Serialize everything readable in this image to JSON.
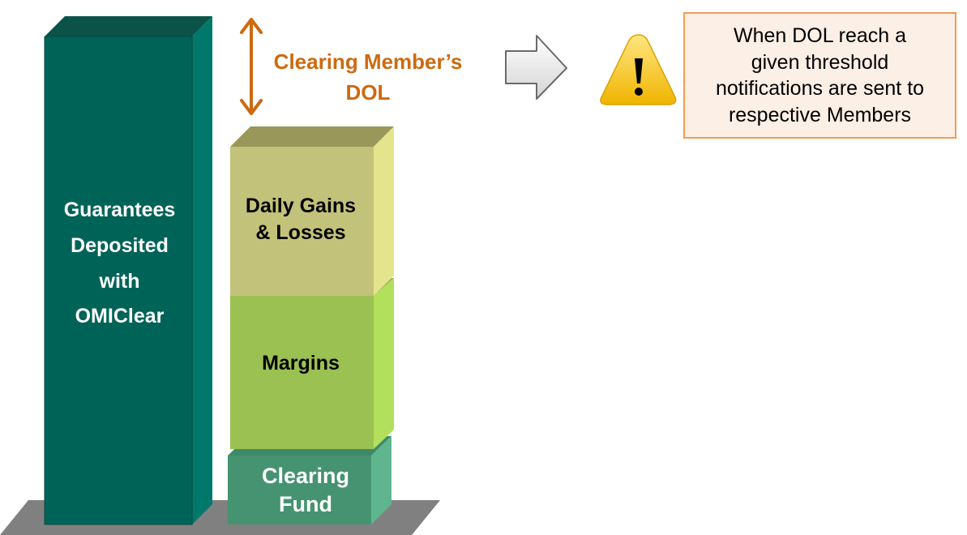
{
  "diagram": {
    "guarantees": {
      "lines": [
        "Guarantees",
        "Deposited",
        "with",
        "OMIClear"
      ]
    },
    "daily_gains_losses": {
      "lines": [
        "Daily Gains",
        "& Losses"
      ]
    },
    "margins": {
      "label": "Margins"
    },
    "clearing_fund": {
      "lines": [
        "Clearing",
        "Fund"
      ]
    },
    "dol": {
      "lines": [
        "Clearing Member’s",
        "DOL"
      ]
    },
    "notice": {
      "text": "When DOL reach a\ngiven threshold\nnotifications  are sent to\nrespective Members"
    },
    "warning_icon": "warning-triangle-exclamation",
    "arrow_icon": "right-arrow",
    "colors": {
      "guarantees": "#006358",
      "daily_gains_losses": "#c3c27a",
      "margins": "#9bc153",
      "clearing_fund": "#469372",
      "floor": "#808080",
      "dol": "#cc6a10",
      "notice_border": "#f39c52",
      "notice_fill": "#fcefe6",
      "warning": "#f5c518"
    }
  }
}
